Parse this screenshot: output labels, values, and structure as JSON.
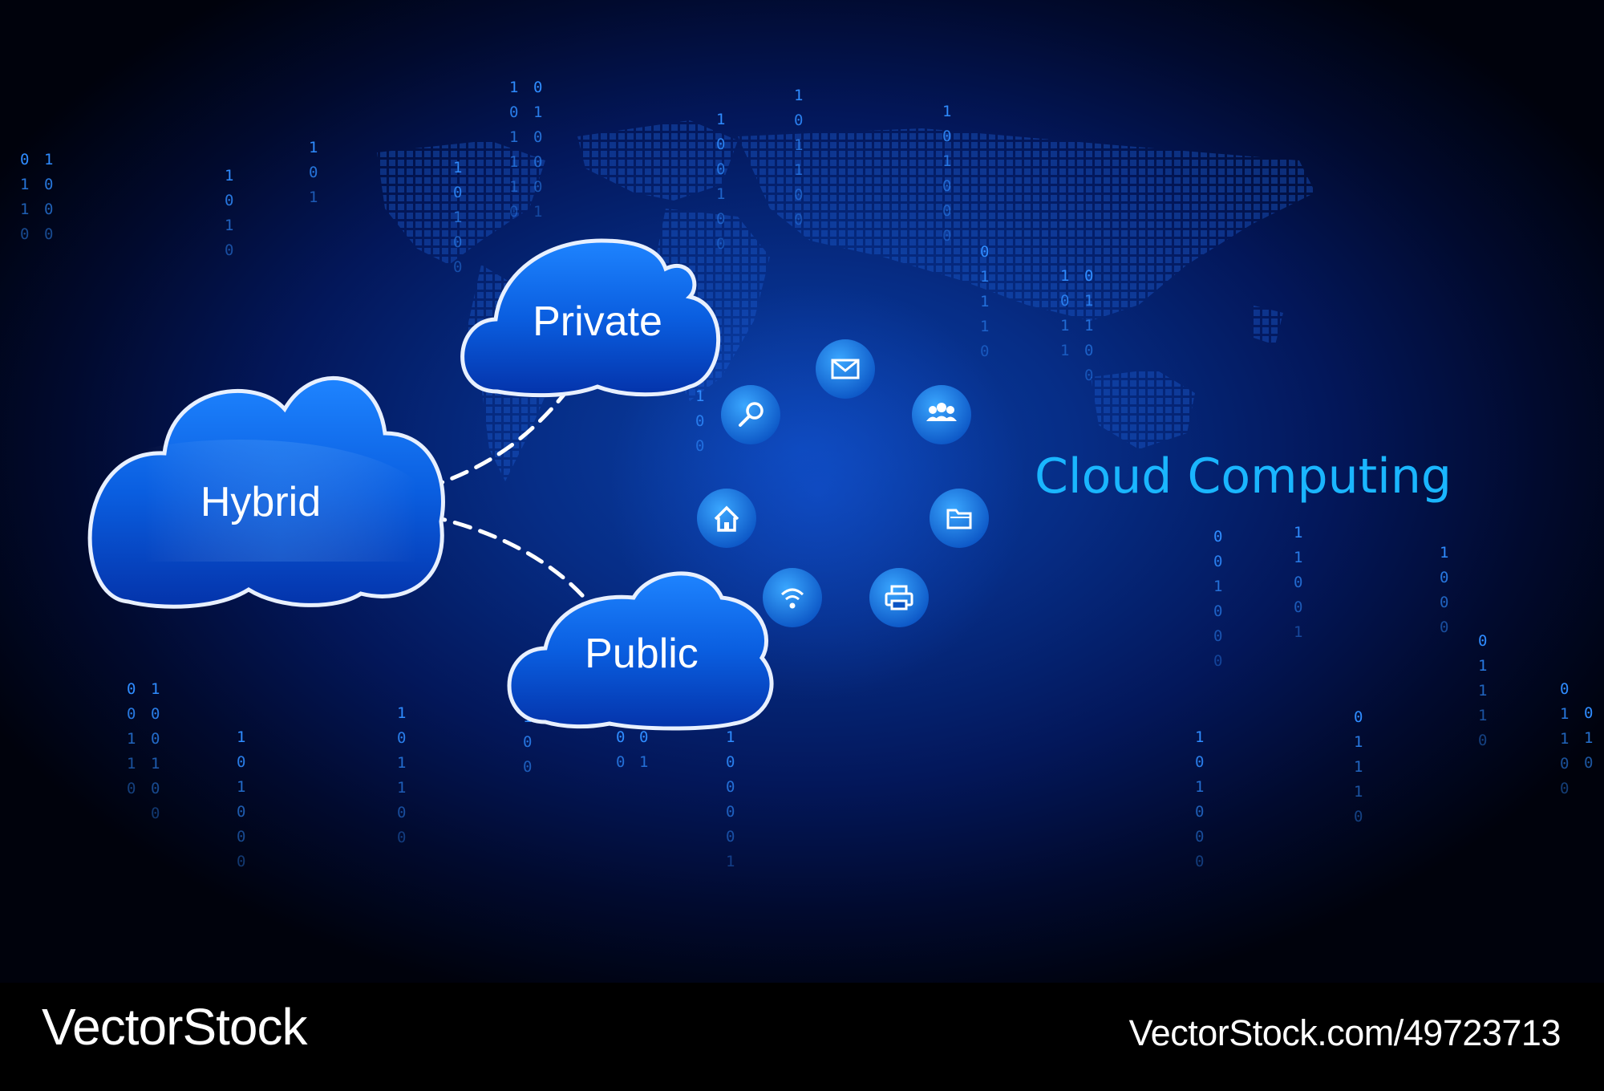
{
  "diagram": {
    "title": "Cloud Computing",
    "clouds": {
      "hybrid": "Hybrid",
      "private": "Private",
      "public": "Public"
    },
    "service_icons": [
      "mail-icon",
      "group-icon",
      "folder-icon",
      "printer-icon",
      "wifi-icon",
      "home-icon",
      "search-icon"
    ]
  },
  "footer": {
    "logo": "VectorStock",
    "url": "VectorStock.com/49723713"
  },
  "colors": {
    "background": "#041a66",
    "cloud_fill": "#0a5fe0",
    "cloud_outline": "#ffffff",
    "title_color": "#1ab6ff",
    "binary_digits": "#2f8cff"
  }
}
